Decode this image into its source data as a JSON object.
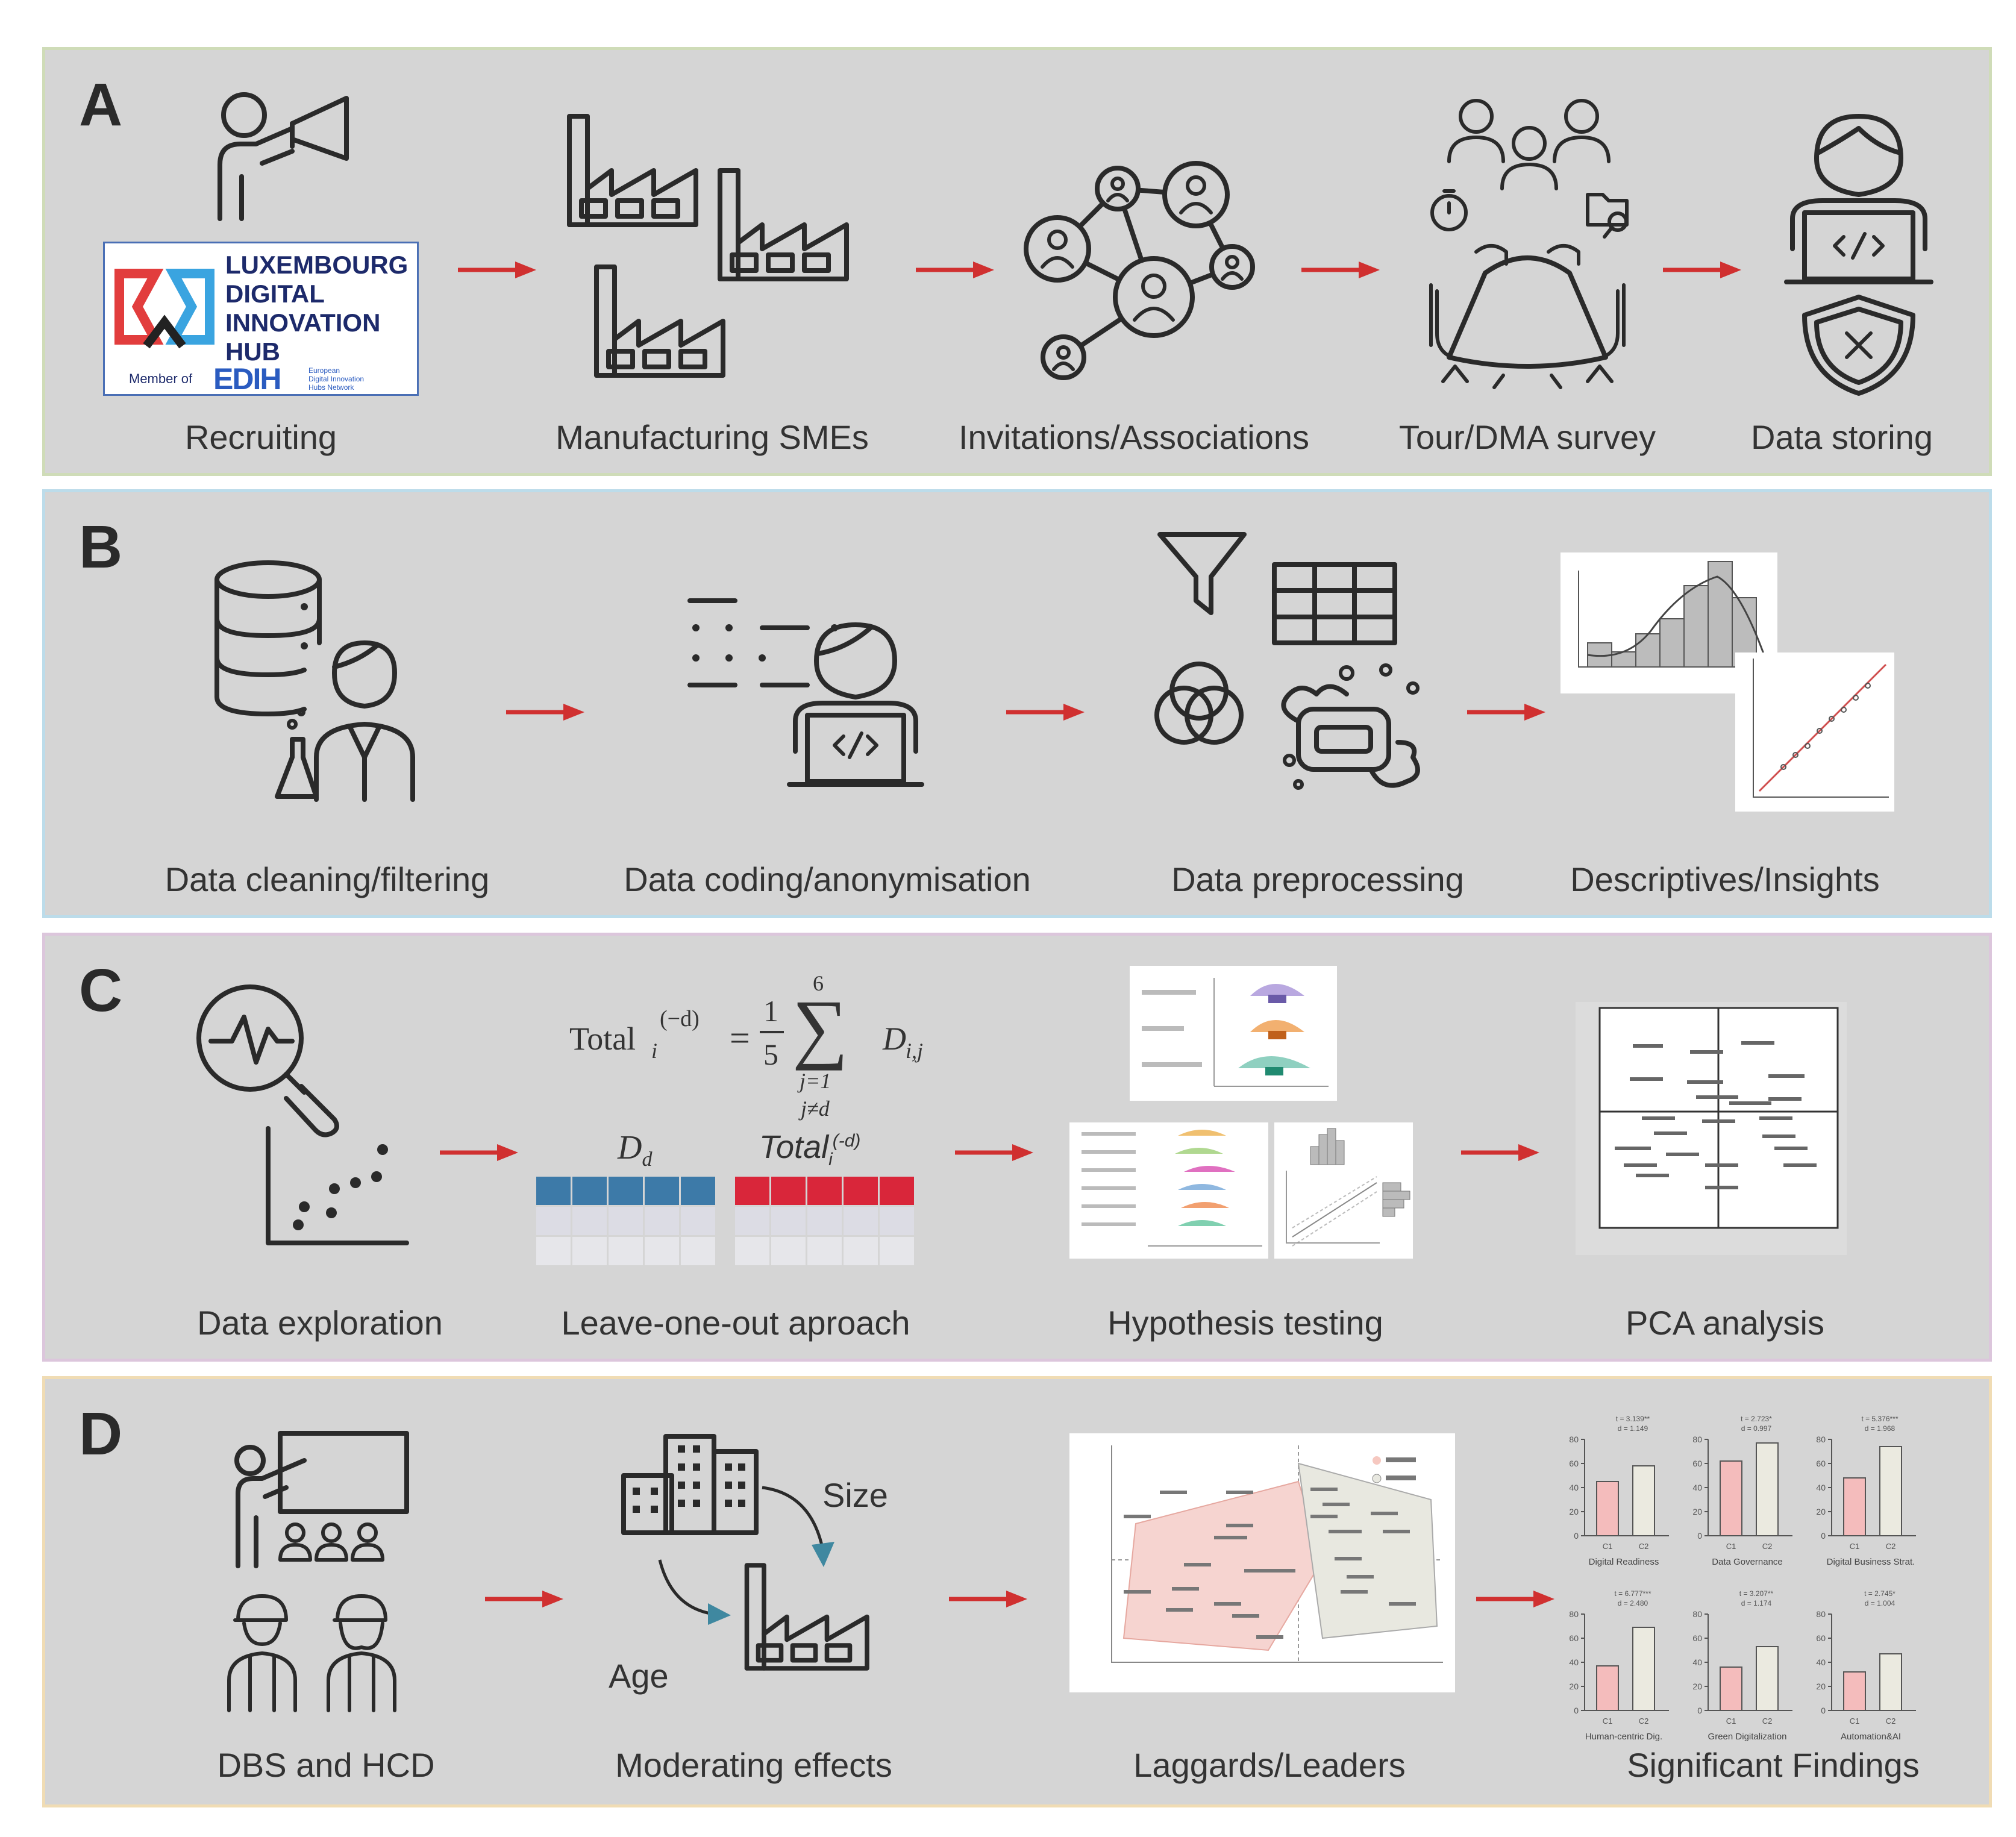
{
  "panels": {
    "a": {
      "label": "A",
      "steps": [
        "Recruiting",
        "Manufacturing SMEs",
        "Invitations/Associations",
        "Tour/DMA survey",
        "Data storing"
      ],
      "logo": {
        "line1": "LUXEMBOURG",
        "line2": "DIGITAL",
        "line3": "INNOVATION",
        "line4": "HUB",
        "member": "Member of",
        "edih": "EDIH",
        "edih_sub1": "European",
        "edih_sub2": "Digital Innovation",
        "edih_sub3": "Hubs Network"
      }
    },
    "b": {
      "label": "B",
      "steps": [
        "Data cleaning/filtering",
        "Data coding/anonymisation",
        "Data preprocessing",
        "Descriptives/Insights"
      ]
    },
    "c": {
      "label": "C",
      "steps": [
        "Data exploration",
        "Leave-one-out  aproach",
        "Hypothesis testing",
        "PCA analysis"
      ],
      "formula": {
        "lhs": "Total",
        "lhs_sub": "i",
        "lhs_sup": "(−d)",
        "eq": "=",
        "frac_num": "1",
        "frac_den": "5",
        "sum_top": "6",
        "sum_bottom1": "j=1",
        "sum_bottom2": "j≠d",
        "term": "D",
        "term_sub": "i,j"
      },
      "table_left": {
        "label": "D",
        "label_sub": "d"
      },
      "table_right": {
        "label": "Total",
        "label_sub": "i",
        "label_sup": "(-d)"
      }
    },
    "d": {
      "label": "D",
      "steps": [
        "DBS and HCD",
        "Moderating  effects",
        "Laggards/Leaders",
        "Significant Findings"
      ],
      "moderators": {
        "size": "Size",
        "age": "Age"
      }
    }
  },
  "colors": {
    "arrow": "#d03030",
    "panel_bg": "#d5d5d5",
    "table_blue": "#3d7aa8",
    "table_red": "#d9263a",
    "bar_red": "#f4bcbc",
    "bar_grey": "#ebeae0"
  },
  "chart_data": [
    {
      "type": "bar",
      "note": "Panel D significant findings mini charts",
      "categories": [
        "C1",
        "C2"
      ],
      "ylim": [
        0,
        80
      ],
      "yticks": [
        0,
        20,
        40,
        60,
        80
      ],
      "subplots": [
        {
          "title": "Digital Readiness",
          "stat1": "t = 3.139**",
          "stat2": "d = 1.149",
          "values": [
            45,
            58
          ]
        },
        {
          "title": "Data Governance",
          "stat1": "t = 2.723*",
          "stat2": "d = 0.997",
          "values": [
            62,
            77
          ]
        },
        {
          "title": "Digital Business Strat.",
          "stat1": "t = 5.376***",
          "stat2": "d = 1.968",
          "values": [
            48,
            74
          ]
        },
        {
          "title": "Human-centric Dig.",
          "stat1": "t = 6.777***",
          "stat2": "d = 2.480",
          "values": [
            37,
            69
          ]
        },
        {
          "title": "Green Digitalization",
          "stat1": "t = 3.207**",
          "stat2": "d = 1.174",
          "values": [
            36,
            53
          ]
        },
        {
          "title": "Automation&AI",
          "stat1": "t = 2.745*",
          "stat2": "d = 1.004",
          "values": [
            32,
            47
          ]
        }
      ]
    }
  ]
}
